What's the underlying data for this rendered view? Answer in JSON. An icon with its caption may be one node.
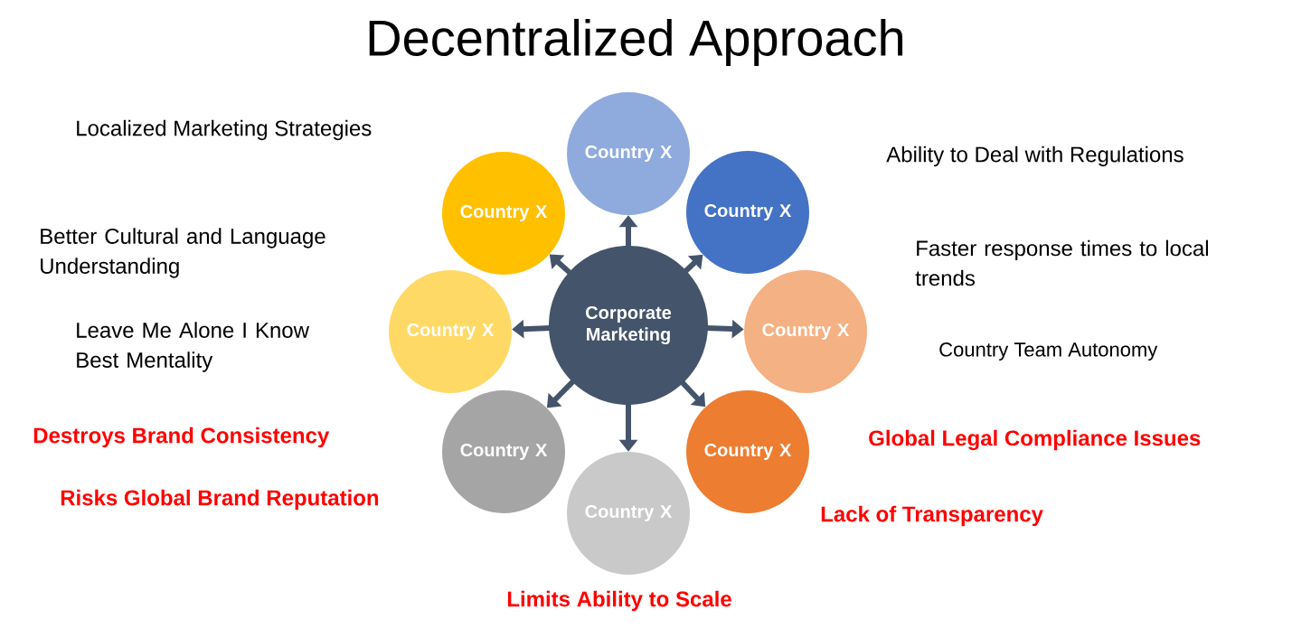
{
  "diagram": {
    "title": "Decentralized Approach",
    "nodes": [
      {
        "text": [
          "Corporate Marketing"
        ]
      },
      {
        "text": [
          "Country X"
        ]
      },
      {
        "text": [
          "Country X"
        ]
      },
      {
        "text": [
          "Country X"
        ]
      },
      {
        "text": [
          "Country X"
        ]
      },
      {
        "text": [
          "Country X"
        ]
      },
      {
        "text": [
          "Country X"
        ]
      },
      {
        "text": [
          "Country X"
        ]
      },
      {
        "text": [
          "Country X"
        ]
      }
    ],
    "edges": [
      {
        "from": 0,
        "to": 1,
        "arrow": "to"
      },
      {
        "from": 0,
        "to": 2,
        "arrow": "to"
      },
      {
        "from": 0,
        "to": 3,
        "arrow": "to"
      },
      {
        "from": 0,
        "to": 4,
        "arrow": "to"
      },
      {
        "from": 0,
        "to": 5,
        "arrow": "to"
      },
      {
        "from": 0,
        "to": 6,
        "arrow": "to"
      },
      {
        "from": 0,
        "to": 7,
        "arrow": "to"
      },
      {
        "from": 0,
        "to": 8,
        "arrow": "to"
      }
    ],
    "labels": [
      "Localized Marketing Strategies",
      "Better Cultural and Language Understanding",
      "Leave Me Alone I Know Best Mentality",
      "Destroys Brand Consistency",
      "Risks Global Brand Reputation",
      "Ability to Deal with Regulations",
      "Faster response times to local trends",
      "Country Team Autonomy",
      "Global Legal Compliance Issues",
      "Lack of Transparency",
      "Limits Ability to Scale"
    ]
  }
}
